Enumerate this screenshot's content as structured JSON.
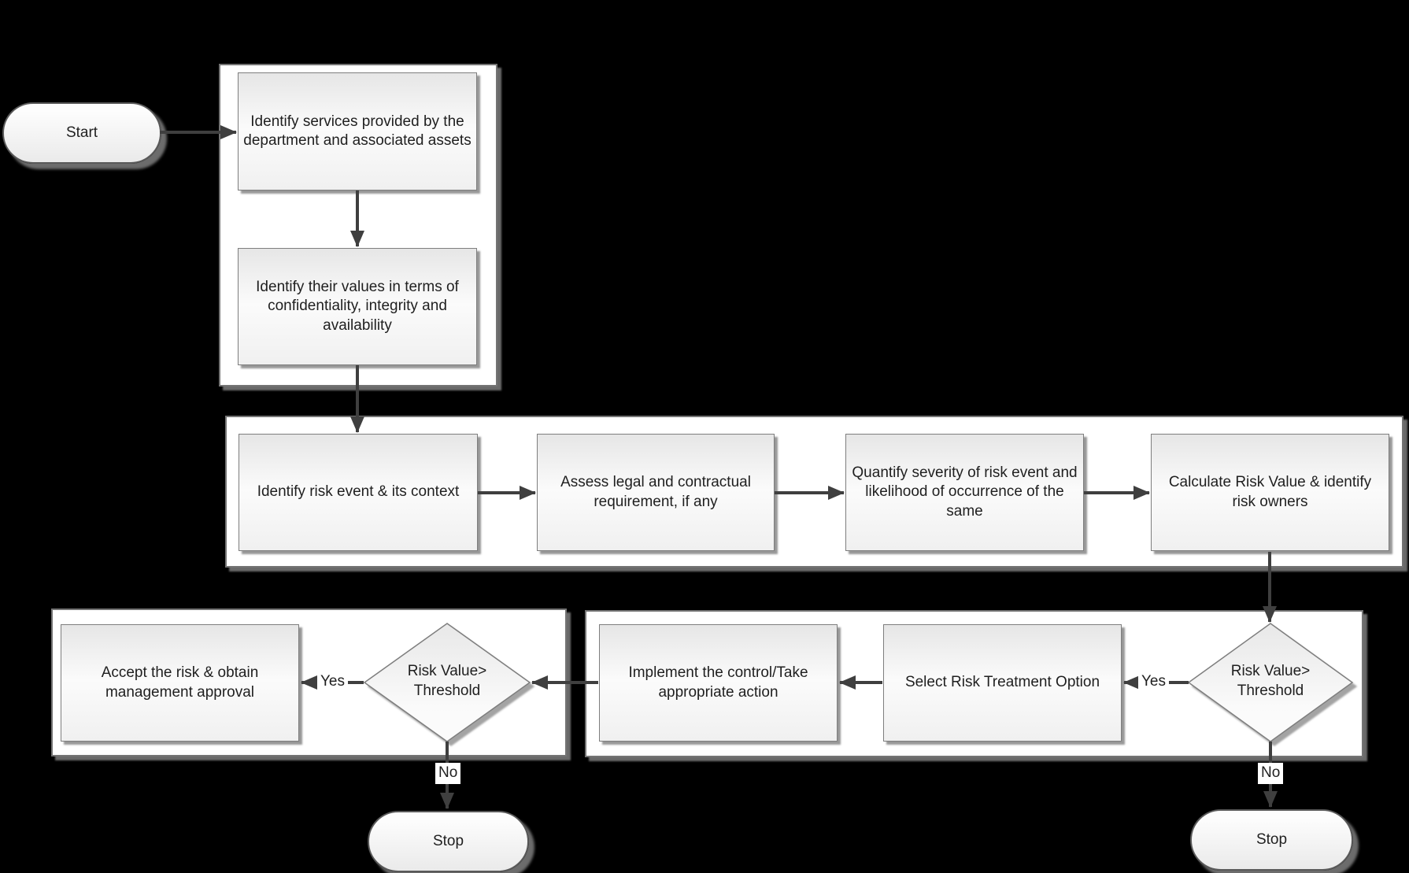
{
  "colors": {
    "background": "#000000",
    "arrow": "#3f3f3f",
    "text": "#1f1f1f",
    "shape_border": "#7e7e7e",
    "container_border": "#747474",
    "container_fill": "#ffffff",
    "shape_fill_top": "#e6e6e6",
    "shape_fill_bottom": "#f0f0f0"
  },
  "nodes": {
    "start": "Start",
    "identify_services": "Identify services provided by the department and associated assets",
    "identify_values": "Identify their values in terms of confidentiality, integrity and availability",
    "identify_risk_event": "Identify risk event & its context",
    "assess_legal": "Assess legal and contractual requirement, if any",
    "quantify_severity": "Quantify severity of risk event and likelihood of occurrence of the same",
    "calculate_risk_value": "Calculate Risk Value & identify risk owners",
    "decision_right": "Risk Value> Threshold",
    "select_treatment": "Select Risk Treatment Option",
    "implement_control": "Implement the control/Take appropriate action",
    "decision_left": "Risk Value> Threshold",
    "accept_risk": "Accept the risk & obtain management approval",
    "stop_left": "Stop",
    "stop_right": "Stop"
  },
  "edge_labels": {
    "yes_right": "Yes",
    "no_right": "No",
    "yes_left": "Yes",
    "no_left": "No"
  }
}
